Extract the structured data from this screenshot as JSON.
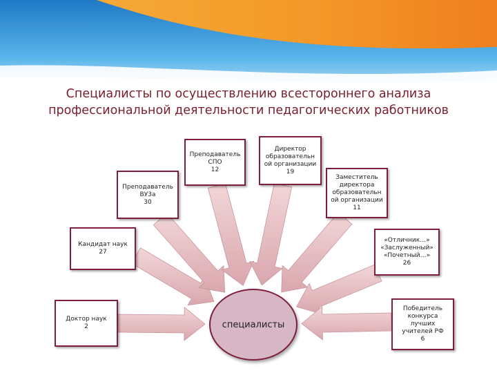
{
  "slide": {
    "title": "Специалисты по осуществлению всестороннего анализа профессиональной деятельности педагогических работников"
  },
  "diagram": {
    "center_label": "специалисты",
    "nodes": [
      {
        "label": "Доктор наук\n2"
      },
      {
        "label": "Кандидат наук\n27"
      },
      {
        "label": "Преподаватель\nВУЗа\n30"
      },
      {
        "label": "Преподаватель\nСПО\n12"
      },
      {
        "label": "Директор\nобразовательн\nой организации\n19"
      },
      {
        "label": "Заместитель\nдиректора\nобразовательн\nой организации\n11"
      },
      {
        "label": "«Отличник…»\n«Заслуженный»\n«Почетный…»\n26"
      },
      {
        "label": "Победитель\nконкурса\nлучших\nучителей РФ\n6"
      }
    ]
  },
  "colors": {
    "title": "#7a1e2e",
    "box_border": "#7d1f3b",
    "center_fill": "#d7b6c6",
    "arrow_fill": "#e5bcc0",
    "banner_orange": "#f39a2a",
    "banner_blue": "#2f8fd6"
  }
}
